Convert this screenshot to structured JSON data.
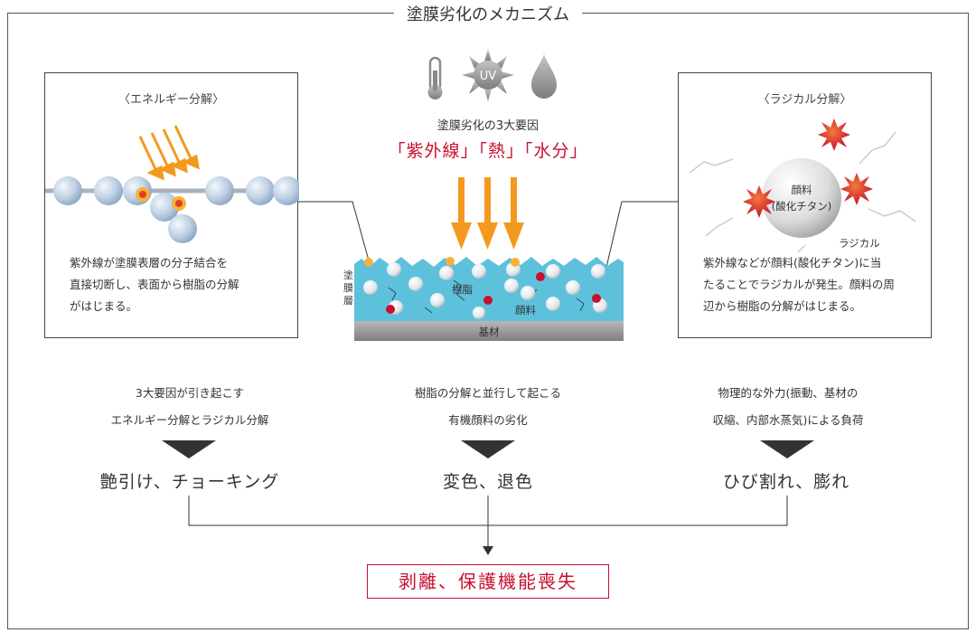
{
  "title": "塗膜劣化のメカニズム",
  "left_box": {
    "title": "〈エネルギー分解〉",
    "desc": [
      "紫外線が塗膜表層の分子結合を",
      "直接切断し、表面から樹脂の分解",
      "がはじまる。"
    ]
  },
  "right_box": {
    "title": "〈ラジカル分解〉",
    "pigment_label": [
      "顔料",
      "(酸化チタン)"
    ],
    "radical_label": "ラジカル",
    "desc": [
      "紫外線などが顔料(酸化チタン)に当",
      "たることでラジカルが発生。顔料の周",
      "辺から樹脂の分解がはじまる。"
    ]
  },
  "center": {
    "icons": [
      "thermometer-icon",
      "uv-sun-icon",
      "water-drop-icon"
    ],
    "uv_label": "UV",
    "factors_caption": "塗膜劣化の3大要因",
    "factors": "「紫外線」「熱」「水分」",
    "layer_label": "塗膜層",
    "resin_label": "樹脂",
    "pigment_label": "顔料",
    "substrate_label": "基材"
  },
  "columns": [
    {
      "caption": [
        "3大要因が引き起こす",
        "エネルギー分解とラジカル分解"
      ],
      "result": "艶引け、チョーキング"
    },
    {
      "caption": [
        "樹脂の分解と並行して起こる",
        "有機顔料の劣化"
      ],
      "result": "変色、退色"
    },
    {
      "caption": [
        "物理的な外力(振動、基材の",
        "収縮、内部水蒸気)による負荷"
      ],
      "result": "ひび割れ、膨れ"
    }
  ],
  "final": "剥離、保護機能喪失",
  "colors": {
    "accent_red": "#c8102e",
    "arrow_orange": "#f39a1e",
    "layer_blue": "#5ec1dc",
    "substrate_gray": "#9a9a9a"
  }
}
